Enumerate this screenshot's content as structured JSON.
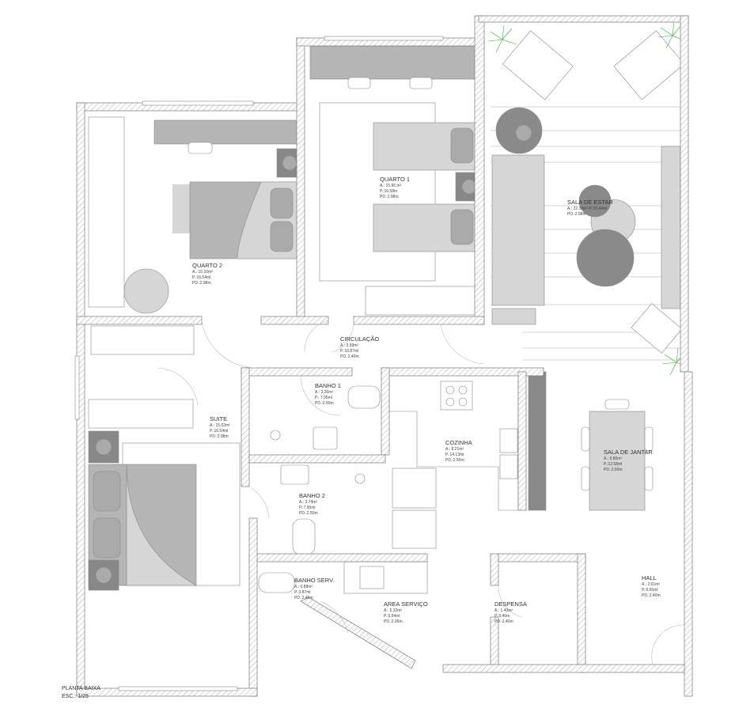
{
  "rooms": [
    {
      "name": "QUARTO 2",
      "area": "A.: 15.10m²",
      "perimeter": "P.:16.54ml",
      "height": "PD.:2.98m"
    },
    {
      "name": "QUARTO 1",
      "area": "A.: 15.95 m²",
      "perimeter": "P.:16.58m",
      "height": "PD.:2.98m"
    },
    {
      "name": "SALA DE ESTAR",
      "area": "A.: 22.39m² P.:20.44ml",
      "perimeter": "",
      "height": "PD.:2.98m"
    },
    {
      "name": "CIRCULAÇÃO",
      "area": "A.: 3.99m²",
      "perimeter": "P.:10.87ml",
      "height": "PD.:2.40m"
    },
    {
      "name": "BANHO 1",
      "area": "A.: 3.26m²",
      "perimeter": "P.: 7.95ml",
      "height": "PD.:2.50m"
    },
    {
      "name": "COZINHA",
      "area": "A.: 8.21m²",
      "perimeter": "P.:14.13ml",
      "height": "PD.:2.50m"
    },
    {
      "name": "SALA DE JANTAR",
      "area": "A.: 9.80m²",
      "perimeter": "P.:12.58ml",
      "height": "PD.:2.50m"
    },
    {
      "name": "SUITE",
      "area": "A.: 15.02m²",
      "perimeter": "P.:16.54ml",
      "height": "PD.:2.98m"
    },
    {
      "name": "BANHO 2",
      "area": "A.: 3.74m²",
      "perimeter": "P.:7.95ml",
      "height": "PD.:2.50m"
    },
    {
      "name": "BANHO SERV.",
      "area": "A.: 0.88m²",
      "perimeter": "P.:3.87ml",
      "height": "PD.:2.40m"
    },
    {
      "name": "AREA SERVIÇO",
      "area": "A.: 5.32m²",
      "perimeter": "P.:9.54ml",
      "height": "PD.:2.95m"
    },
    {
      "name": "DESPENSA",
      "area": "A.: 1.40m²",
      "perimeter": "P.:5.40m",
      "height": "PD.:2.40m"
    },
    {
      "name": "HALL",
      "area": "A.: 2.61m²",
      "perimeter": "P.:6.65ml",
      "height": "PD.:2.40m"
    }
  ],
  "caption": {
    "title": "PLANTA BAIXA",
    "scale": "ESC.: 1/25"
  },
  "colors": {
    "wall_hatch": "#999999",
    "furniture_dark": "#8a8a8a",
    "furniture_mid": "#b5b5b5",
    "furniture_light": "#d6d6d6",
    "plant": "#2fae2f"
  }
}
